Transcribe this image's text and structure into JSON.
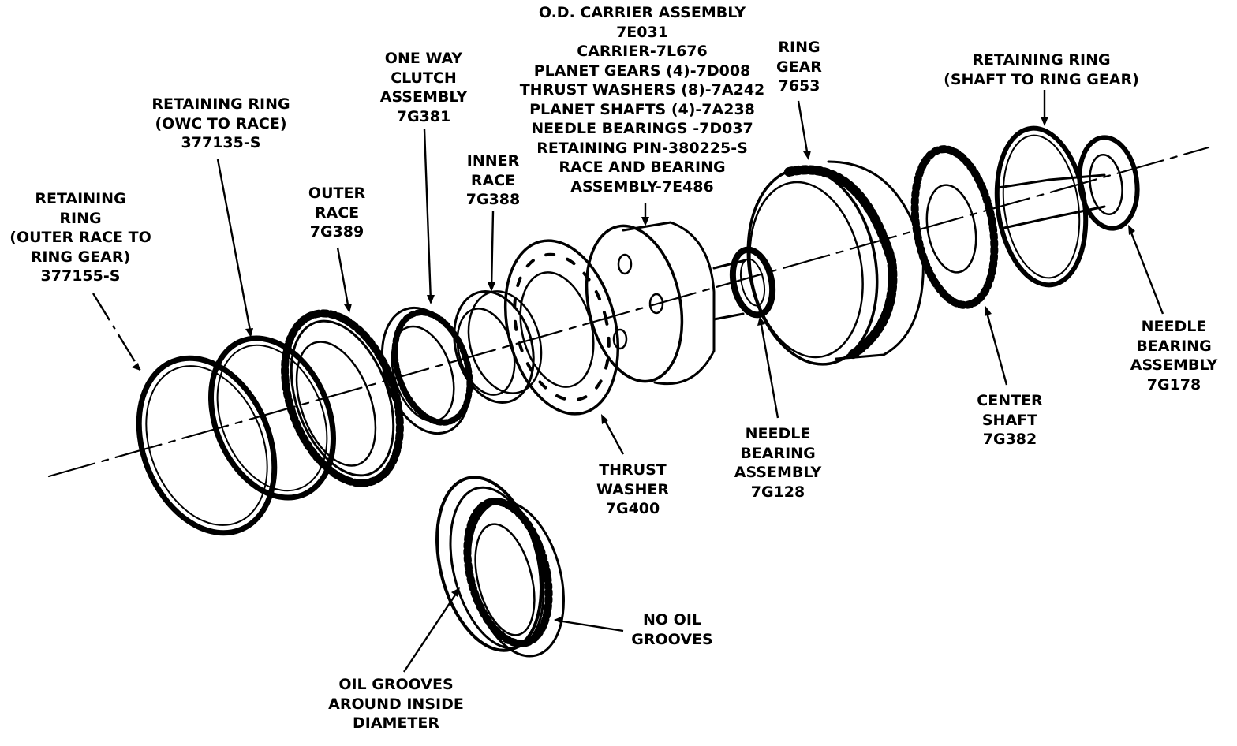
{
  "labels": {
    "retaining_ring_outer": [
      "RETAINING",
      "RING",
      "(OUTER RACE TO",
      "RING GEAR)",
      "377155-S"
    ],
    "retaining_ring_owc": [
      "RETAINING RING",
      "(OWC TO RACE)",
      "377135-S"
    ],
    "outer_race": [
      "OUTER",
      "RACE",
      "7G389"
    ],
    "one_way_clutch": [
      "ONE WAY",
      "CLUTCH",
      "ASSEMBLY",
      "7G381"
    ],
    "inner_race": [
      "INNER",
      "RACE",
      "7G388"
    ],
    "od_carrier": [
      "O.D. CARRIER ASSEMBLY",
      "7E031",
      "CARRIER-7L676",
      "PLANET GEARS (4)-7D008",
      "THRUST WASHERS (8)-7A242",
      "PLANET SHAFTS (4)-7A238",
      "NEEDLE BEARINGS -7D037",
      "RETAINING PIN-380225-S",
      "RACE AND BEARING",
      "ASSEMBLY-7E486"
    ],
    "ring_gear": [
      "RING",
      "GEAR",
      "7653"
    ],
    "retaining_ring_shaft": [
      "RETAINING RING",
      "(SHAFT TO RING GEAR)"
    ],
    "needle_bearing_7g178": [
      "NEEDLE",
      "BEARING",
      "ASSEMBLY",
      "7G178"
    ],
    "center_shaft": [
      "CENTER",
      "SHAFT",
      "7G382"
    ],
    "needle_bearing_7g128": [
      "NEEDLE",
      "BEARING",
      "ASSEMBLY",
      "7G128"
    ],
    "thrust_washer": [
      "THRUST",
      "WASHER",
      "7G400"
    ],
    "no_oil_grooves": [
      "NO OIL",
      "GROOVES"
    ],
    "oil_grooves": [
      "OIL GROOVES",
      "AROUND INSIDE",
      "DIAMETER"
    ]
  }
}
